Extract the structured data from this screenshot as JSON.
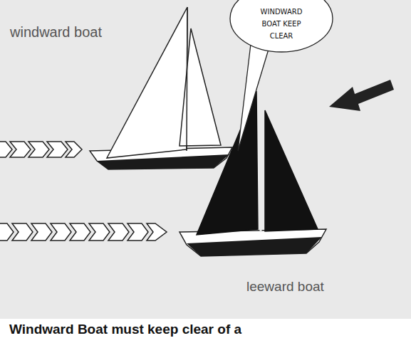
{
  "diagram": {
    "caption": "Windward Boat must keep clear of a",
    "nodes": [
      {
        "text": [
          "WINDWARD BOAT KEEP CLEAR"
        ]
      }
    ],
    "labels": [
      "windward boat",
      "leeward boat"
    ]
  }
}
